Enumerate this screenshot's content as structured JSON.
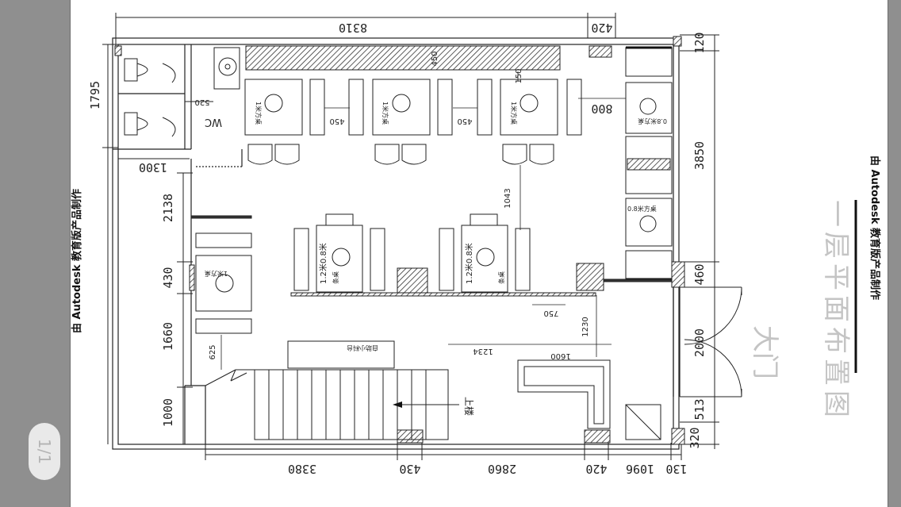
{
  "viewer": {
    "page_indicator": "1/1"
  },
  "drawing": {
    "title": "一层平面布置图",
    "entrance_label": "大门",
    "watermark": "由 Autodesk 教育版产品制作",
    "wc_label": "WC",
    "stairs_label": "上楼",
    "counter_label": "自助小料台",
    "table_square_label": "1米方桌",
    "table_rect_label": "1.2米0.8米",
    "table_rect_sub": "条桌",
    "booth_label": "0.8米方桌"
  },
  "dimensions": {
    "top": [
      "8310",
      "420"
    ],
    "bottom": [
      "3380",
      "430",
      "2860",
      "420",
      "1096",
      "130"
    ],
    "bottom_extra": "320",
    "left": [
      "1795",
      "1300",
      "2138",
      "430",
      "1660",
      "1000"
    ],
    "right": [
      "120",
      "3850",
      "460",
      "2000",
      "513"
    ],
    "interior": {
      "d450_top": "450",
      "d150": "150",
      "d450_a": "450",
      "d450_b": "450",
      "d520": "520",
      "d800": "800",
      "d1043": "1043",
      "d750": "750",
      "d1230": "1230",
      "d1234": "1234",
      "d1600": "1600",
      "d625": "625"
    }
  }
}
